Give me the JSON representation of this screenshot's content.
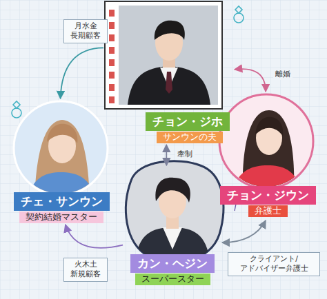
{
  "diagram": {
    "nodes": [
      {
        "text": [
          "チョン・ジホ",
          "サンウンの夫"
        ]
      },
      {
        "text": [
          "チェ・サンウン",
          "契約結婚マスター"
        ]
      },
      {
        "text": [
          "チョン・ジウン",
          "弁護士"
        ]
      },
      {
        "text": [
          "カン・ヘジン",
          "スーパースター"
        ]
      }
    ],
    "edges": [
      {
        "from": 0,
        "to": 2,
        "label": "離婚",
        "arrow": "both"
      },
      {
        "from": 0,
        "to": 1,
        "label": "月水金 長期顧客",
        "arrow": "to"
      },
      {
        "from": 0,
        "to": 3,
        "label": "牽制",
        "arrow": "both"
      },
      {
        "from": 3,
        "to": 1,
        "label": "火木土 新規顧客",
        "arrow": "to"
      },
      {
        "from": 3,
        "to": 2,
        "label": "クライアント/ アドバイザー弁護士",
        "arrow": "both"
      }
    ]
  }
}
